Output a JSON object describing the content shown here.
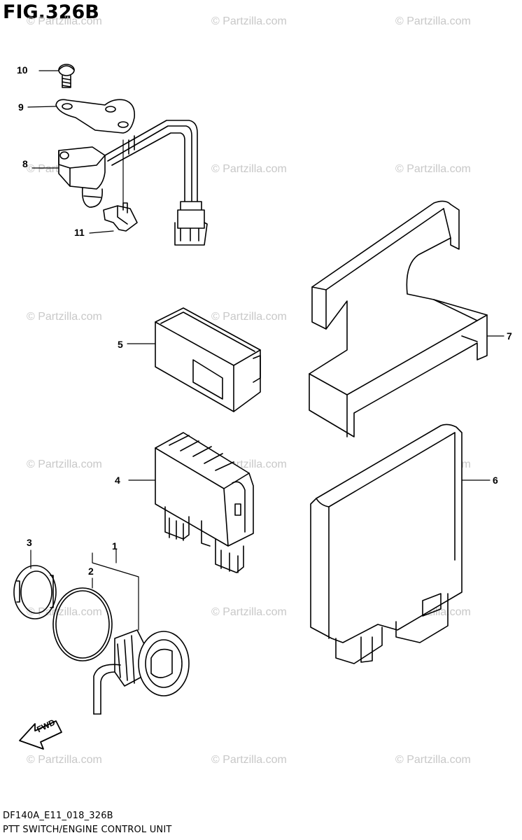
{
  "figure_title": "FIG.326B",
  "watermark_text": "© Partzilla.com",
  "callouts": {
    "c1": "1",
    "c2": "2",
    "c3": "3",
    "c4": "4",
    "c5": "5",
    "c6": "6",
    "c7": "7",
    "c8": "8",
    "c9": "9",
    "c10": "10",
    "c11": "11"
  },
  "fwd_label": "FWD",
  "footer": {
    "code": "DF140A_E11_018_326B",
    "caption": "PTT SWITCH/ENGINE CONTROL UNIT"
  }
}
